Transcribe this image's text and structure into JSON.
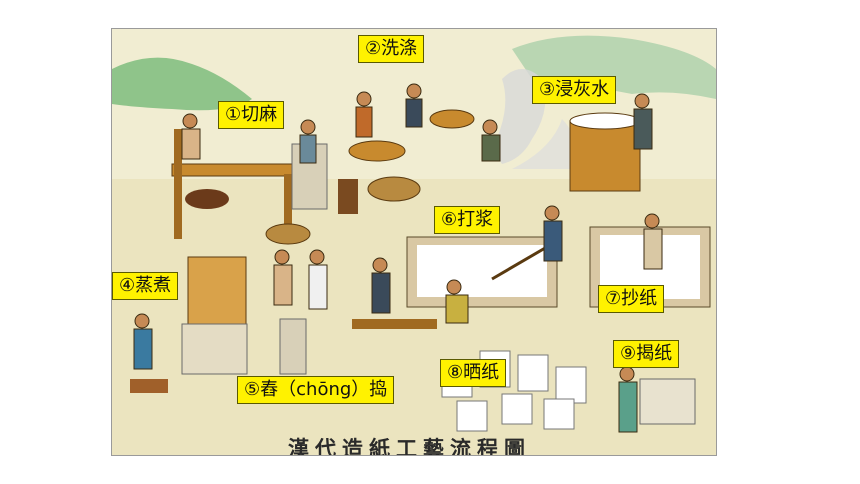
{
  "illustration": {
    "caption": "漢代造紙工藝流程圖",
    "colors": {
      "background": "#f0ecd0",
      "ground": "#e9e2bd",
      "wood": "#c88a2e",
      "water": "#ffffff",
      "label": "#fff200"
    }
  },
  "steps": [
    {
      "label": "①切麻"
    },
    {
      "label": "②洗涤"
    },
    {
      "label": "③浸灰水"
    },
    {
      "label": "④蒸煮"
    },
    {
      "label": "⑤舂（chōng）捣"
    },
    {
      "label": "⑥打浆"
    },
    {
      "label": "⑦抄纸"
    },
    {
      "label": "⑧晒纸"
    },
    {
      "label": "⑨揭纸"
    }
  ]
}
